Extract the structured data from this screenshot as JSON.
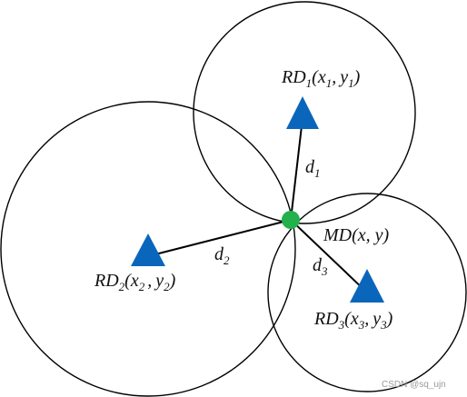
{
  "diagram": {
    "labels": {
      "rd1": {
        "main": "RD",
        "idx": "1",
        "open": "(",
        "x": "x",
        "xidx": "1",
        "comma": ",",
        "y": "y",
        "yidx": "1",
        "close": ")"
      },
      "rd2": {
        "main": "RD",
        "idx": "2",
        "open": "(",
        "x": "x",
        "xidx": "2",
        "comma": ",",
        "y": "y",
        "yidx": "2",
        "close": ")"
      },
      "rd3": {
        "main": "RD",
        "idx": "3",
        "open": "(",
        "x": "x",
        "xidx": "3",
        "comma": ",",
        "y": "y",
        "yidx": "3",
        "close": ")"
      },
      "md": "MD(x, y)",
      "d1": {
        "d": "d",
        "idx": "1"
      },
      "d2": {
        "d": "d",
        "idx": "2"
      },
      "d3": {
        "d": "d",
        "idx": "3"
      }
    },
    "watermark": "CSDN @sq_ujn",
    "colors": {
      "triangle": "#0a66bb",
      "mobile_dot": "#22b14c",
      "stroke": "#000000"
    }
  }
}
